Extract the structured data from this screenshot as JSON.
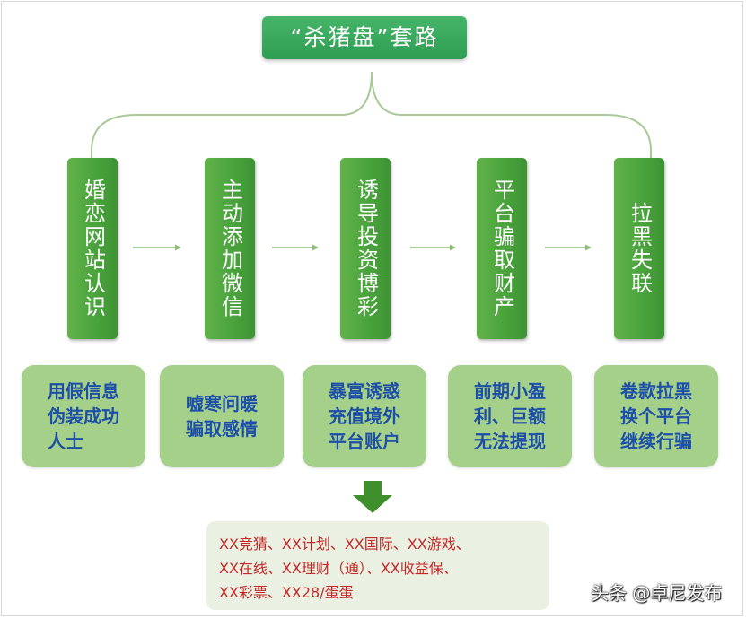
{
  "title": "“杀猪盘”套路",
  "steps": [
    {
      "label": "婚恋网站认识",
      "desc": "用假信息\n伪装成功\n人士"
    },
    {
      "label": "主动添加微信",
      "desc": "嘘寒问暖\n骗取感情"
    },
    {
      "label": "诱导投资博彩",
      "desc": "暴富诱惑\n充值境外\n平台账户"
    },
    {
      "label": "平台骗取财产",
      "desc": "前期小盈\n利、巨额\n无法提现"
    },
    {
      "label": "拉黑失联",
      "desc": "卷款拉黑\n换个平台\n继续行骗"
    }
  ],
  "examples": [
    "XX竞猜、XX计划、XX国际、XX游戏、",
    "XX在线、XX理财（通）、XX收益保、",
    "XX彩票、XX28/蛋蛋"
  ],
  "watermark": "头条 @卓尼发布",
  "colors": {
    "title_green": "#3aa85c",
    "step_green": "#4aa33d",
    "desc_green": "#a5d089",
    "desc_text": "#1d4fa8",
    "example_text": "#c62828",
    "arrow_green": "#3f8f2d"
  }
}
